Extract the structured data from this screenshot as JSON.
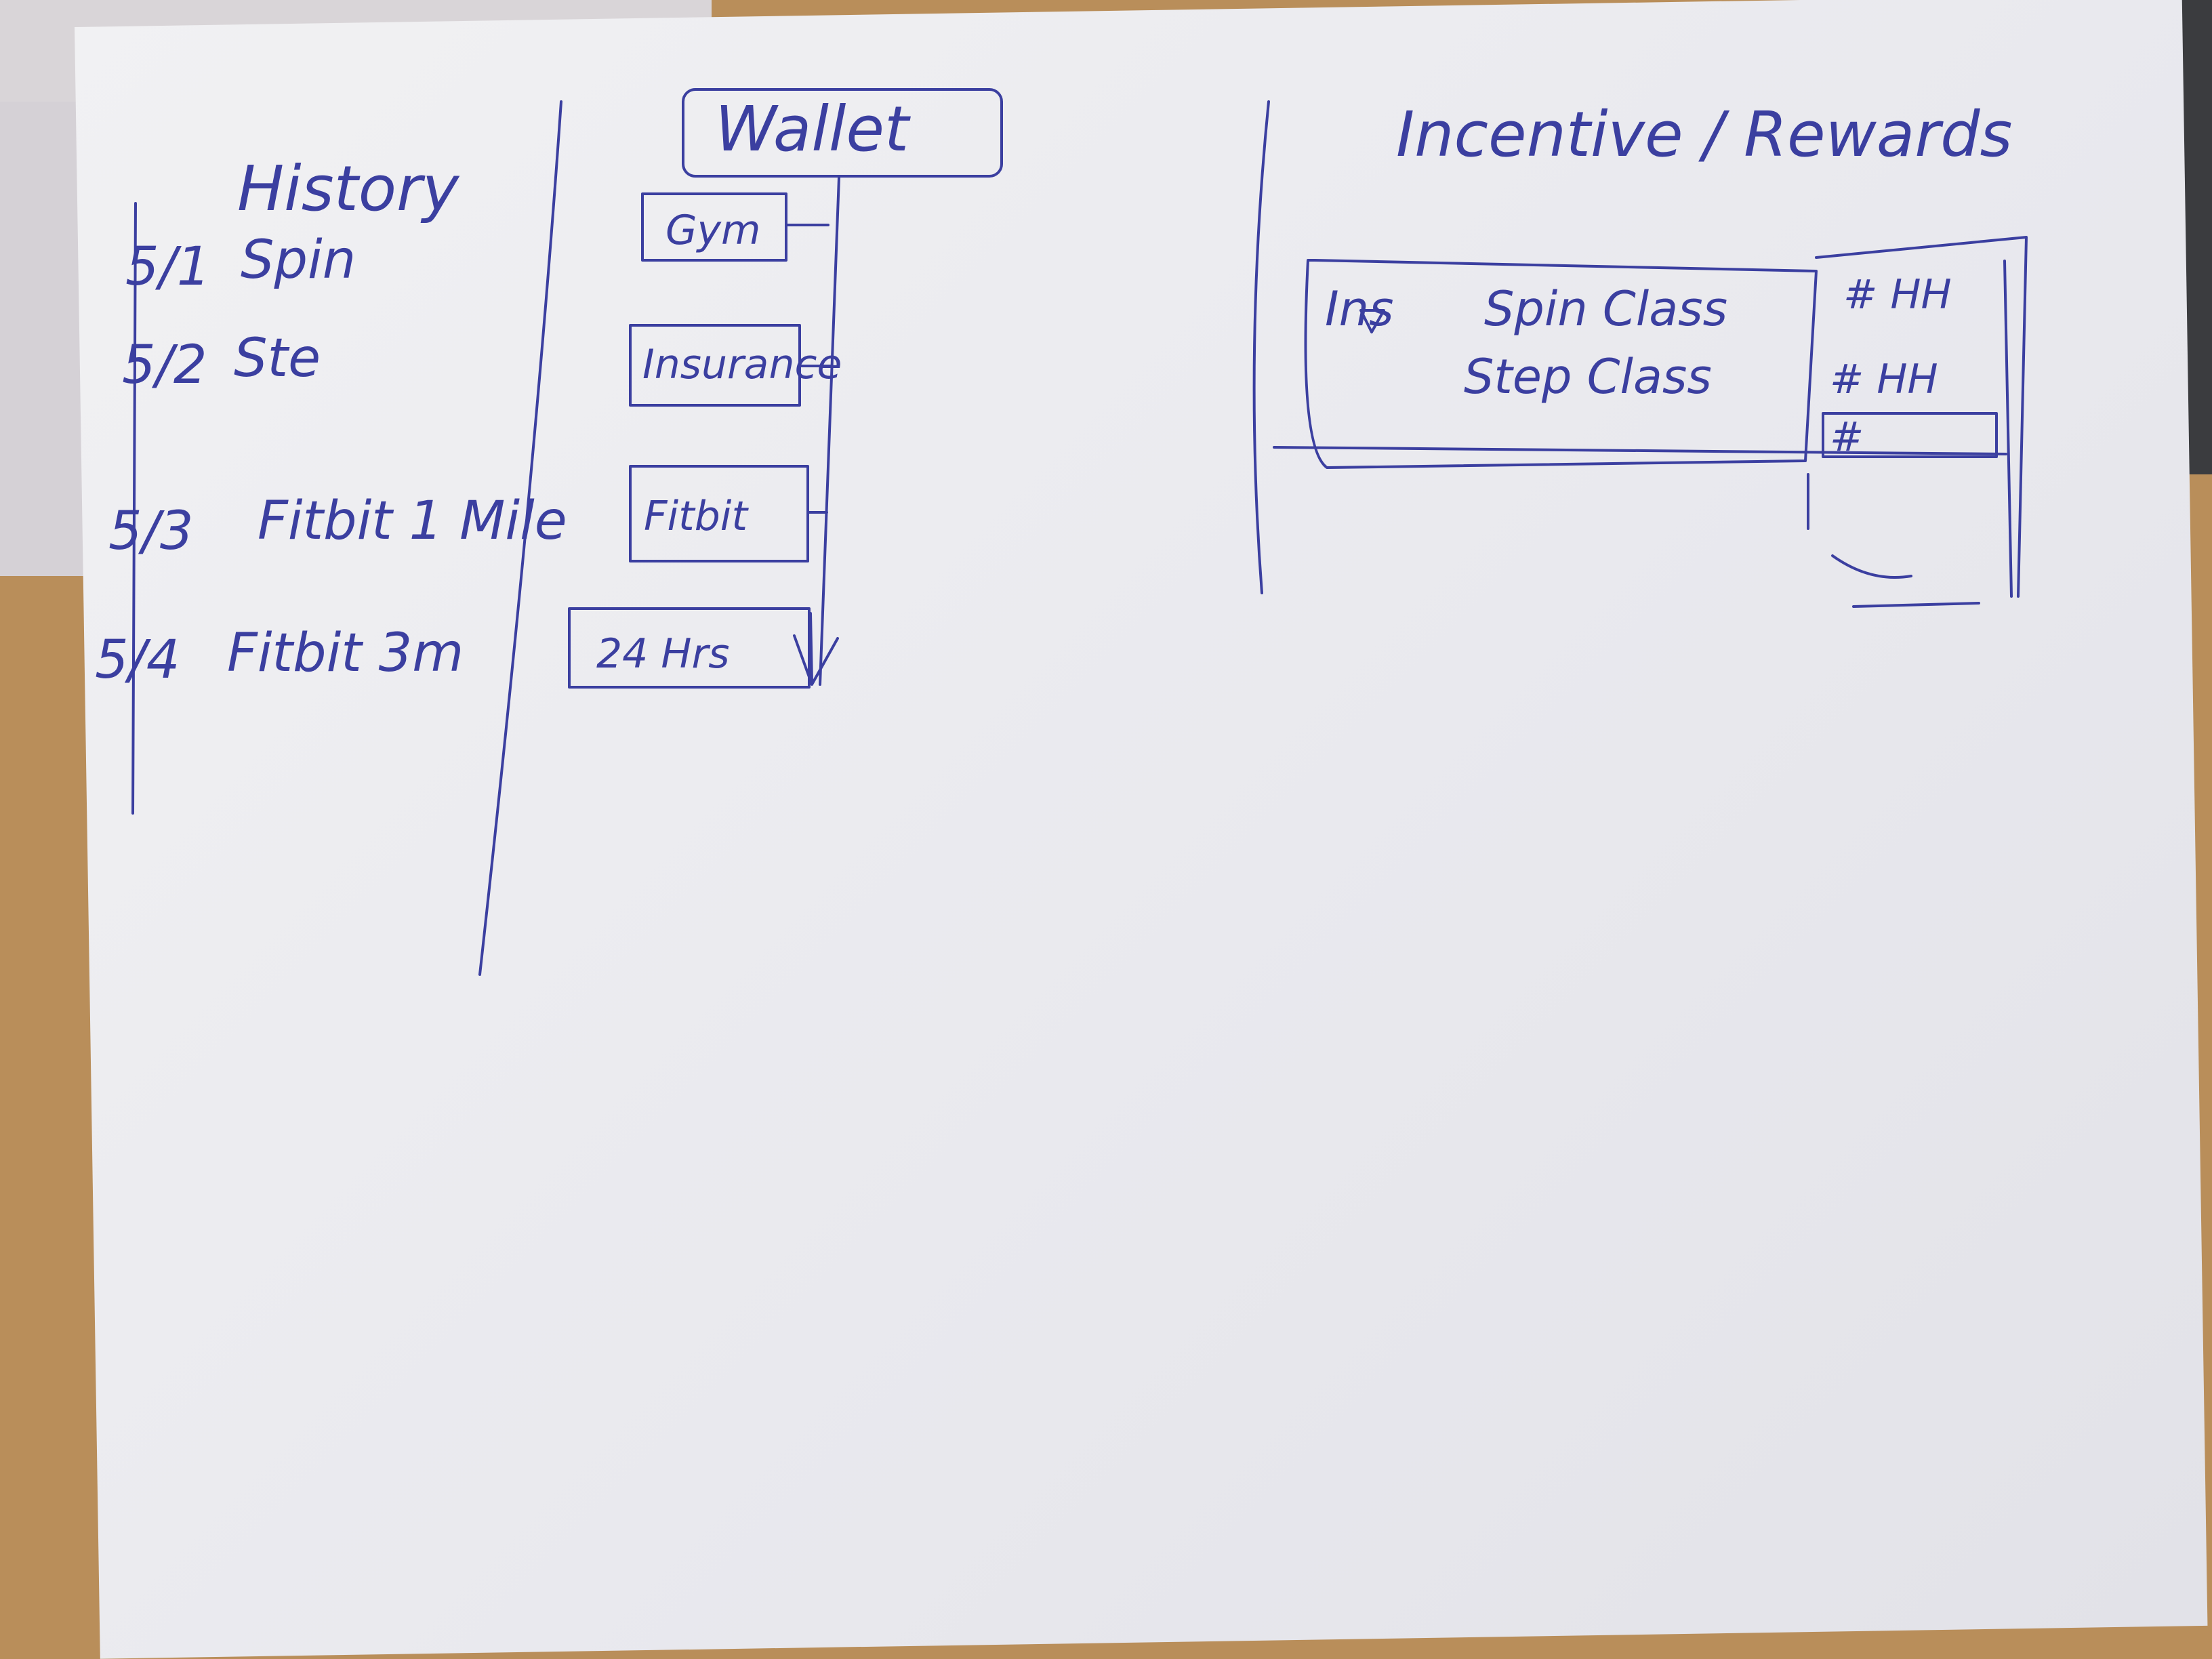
{
  "history": {
    "title": "History",
    "rows": [
      {
        "date": "5/1",
        "text": "Spin"
      },
      {
        "date": "5/2",
        "text": "Ste"
      },
      {
        "date": "5/3",
        "text": "Fitbit 1 Mile"
      },
      {
        "date": "5/4",
        "text": "Fitbit 3m"
      }
    ]
  },
  "wallet": {
    "title": "Wallet",
    "cards": [
      "Gym",
      "Insurance",
      "Fitbit",
      "24 Hrs"
    ]
  },
  "rewards": {
    "title": "Incentive / Rewards",
    "icon_label": "Ins",
    "classes": [
      "Spin Class",
      "Step Class"
    ],
    "badges": [
      "# HH",
      "# HH",
      "#"
    ]
  },
  "colors": {
    "ink": "#3b3fa0",
    "paper": "#ececf0",
    "desk": "#b98e5a"
  }
}
